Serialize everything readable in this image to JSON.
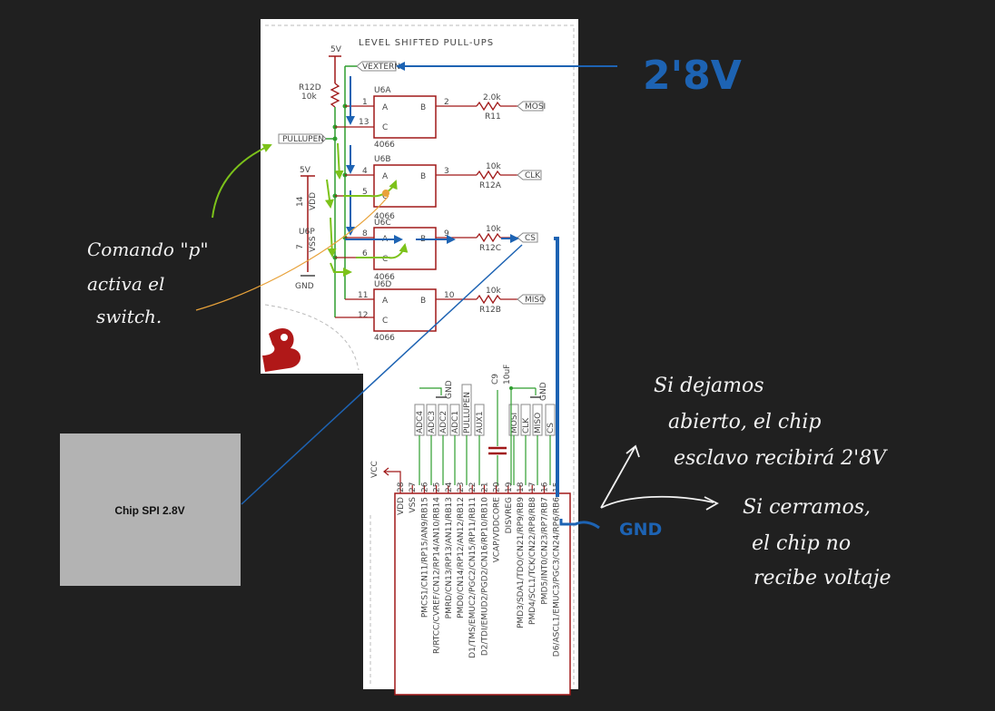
{
  "schematic": {
    "title": "LEVEL SHIFTED PULL-UPS",
    "supply_5v": "5V",
    "resistor_pullup": {
      "ref": "R12D",
      "value": "10k"
    },
    "net_vextern": "VEXTERN",
    "net_pullupen": "PULLUPEN",
    "power_unit": {
      "ref": "U6P",
      "vdd": "VDD",
      "vss": "VSS",
      "pin_vdd": "14",
      "pin_vss": "7",
      "supply": "5V",
      "gnd": "GND"
    },
    "switches": [
      {
        "ref": "U6A",
        "part": "4066",
        "pin_a": "1",
        "pin_c": "13",
        "pin_b": "2",
        "res_ref": "R11",
        "res_value": "2.0k",
        "net": "MOSI"
      },
      {
        "ref": "U6B",
        "part": "4066",
        "pin_a": "4",
        "pin_c": "5",
        "pin_b": "3",
        "res_ref": "R12A",
        "res_value": "10k",
        "net": "CLK"
      },
      {
        "ref": "U6C",
        "part": "4066",
        "pin_a": "8",
        "pin_c": "6",
        "pin_b": "9",
        "res_ref": "R12C",
        "res_value": "10k",
        "net": "CS"
      },
      {
        "ref": "U6D",
        "part": "4066",
        "pin_a": "11",
        "pin_c": "12",
        "pin_b": "10",
        "res_ref": "R12B",
        "res_value": "10k",
        "net": "MISO"
      }
    ],
    "pin_a_label": "A",
    "pin_b_label": "B",
    "pin_c_label": "C",
    "connector_labels": [
      "ADC4",
      "ADC3",
      "ADC2",
      "ADC1",
      "PULLUPEN",
      "AUX1",
      "MOSI",
      "CLK",
      "MISO",
      "CS"
    ],
    "gnd_label": "GND",
    "cap": {
      "ref": "C9",
      "value": "10uF"
    },
    "vcc": "VCC",
    "mcu_pin_numbers": [
      "28",
      "27",
      "26",
      "25",
      "24",
      "23",
      "22",
      "21",
      "20",
      "19",
      "18",
      "17",
      "16",
      "15"
    ],
    "mcu_pin_names": [
      "VDD",
      "VSS",
      "PMCS1/CN11/RP15/AN9/RB15",
      "R/RTCC/CVREF/CN12/RP14/AN10/RB14",
      "PMRD/CN13/RP13/AN11/RB13",
      "PMD0/CN14/RP12/AN12/RB12",
      "D1/TMS/EMUC2/PGC2/CN15/RP11/RB11",
      "D2/TDI/EMUD2/PGD2/CN16/RP10/RB10",
      "VCAP/VDDCORE",
      "DISVREG",
      "PMD3/SDA1/TDO/CN21/RP9/RB9",
      "PMD4/SCL1/TCK/CN22/RP8/RB8",
      "PMD5/INT0/CN23/RP7/RB7",
      "D6/ASCL1/EMUC3/PGC3/CN24/RP6/RB6"
    ]
  },
  "annotations": {
    "voltage": "2'8V",
    "command": [
      "Comando \"p\"",
      "activa el",
      "switch."
    ],
    "open": [
      "Si dejamos",
      "abierto, el chip",
      "esclavo recibirá 2'8V"
    ],
    "closed": [
      "Si cerramos,",
      "el chip no",
      "recibe voltaje"
    ],
    "gnd": "GND"
  },
  "chip_box": {
    "label": "Chip SPI 2.8V"
  },
  "colors": {
    "background": "#202020",
    "paper": "#ffffff",
    "schematic_red": "#a01818",
    "schematic_green": "#2f9e2f",
    "annotation_blue": "#1d63b3",
    "annotation_green": "#7cc21a",
    "annotation_orange": "#e8a23a",
    "chip_fill": "#b3b3b3",
    "logo_red": "#b01818"
  }
}
